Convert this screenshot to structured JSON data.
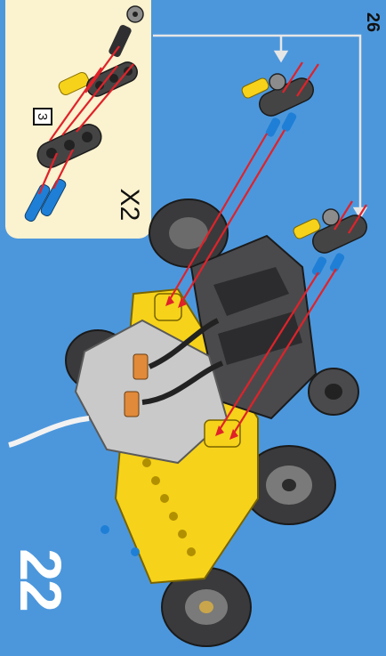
{
  "page": {
    "page_number": "26",
    "step_number": "22",
    "quantity_label": "X2",
    "sub_count": "3"
  },
  "colors": {
    "background": "#4c97dc",
    "callout": "#fbf2cf",
    "arrow": "#e0222a",
    "yellow": "#f6d21a",
    "dark_gray": "#3d3d3f",
    "light_gray": "#c9c9c9",
    "blue_pin": "#1f7fd6"
  }
}
